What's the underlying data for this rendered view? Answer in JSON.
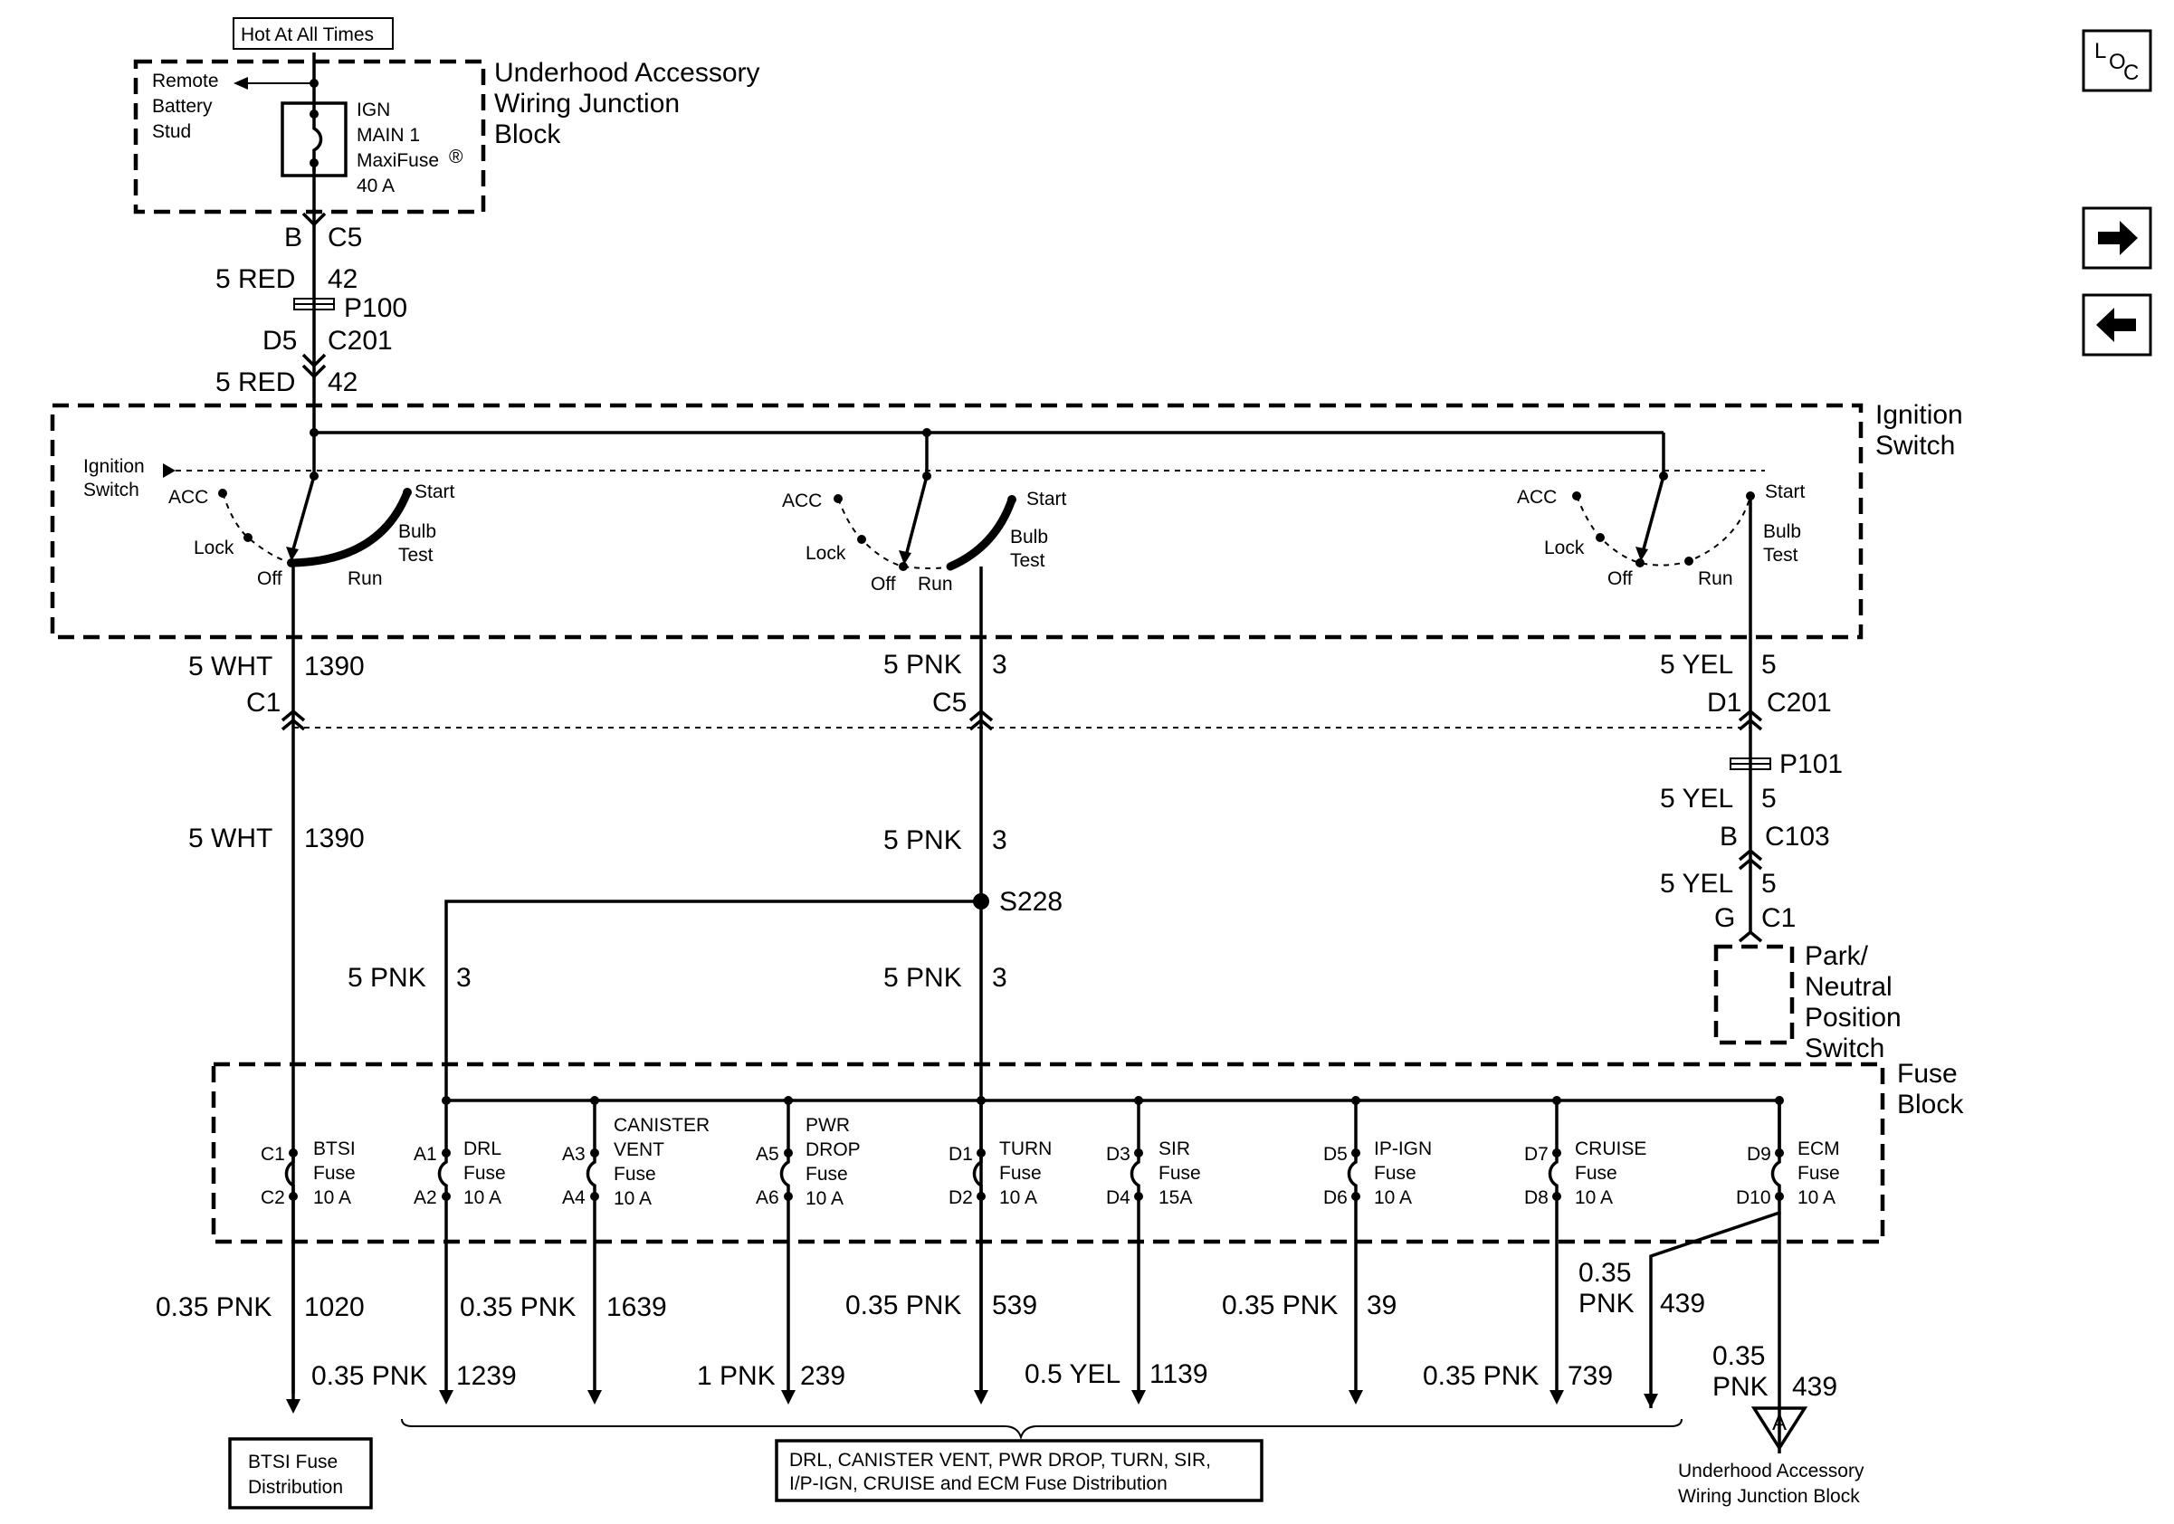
{
  "top": {
    "hot_label": "Hot At All Times",
    "underhood_title": [
      "Underhood Accessory",
      "Wiring Junction",
      "Block"
    ],
    "remote_stud": [
      "Remote",
      "Battery",
      "Stud"
    ],
    "maxifuse": [
      "IGN",
      "MAIN 1",
      "MaxiFuse",
      "40 A"
    ],
    "registered": "®"
  },
  "feed": {
    "conn_b": "B",
    "conn_c5": "C5",
    "wire1_color": "5 RED",
    "wire1_circuit": "42",
    "splice_p100": "P100",
    "conn_d5": "D5",
    "conn_c201": "C201",
    "wire2_color": "5 RED",
    "wire2_circuit": "42"
  },
  "ignition": {
    "title": [
      "Ignition",
      "Switch"
    ],
    "inner_label": [
      "Ignition",
      "Switch"
    ],
    "positions": {
      "acc": "ACC",
      "lock": "Lock",
      "off": "Off",
      "run": "Run",
      "start": "Start",
      "bulb": "Bulb",
      "test": "Test"
    }
  },
  "left_branch": {
    "wire_top_color": "5 WHT",
    "wire_top_circuit": "1390",
    "conn": "C1",
    "wire_bottom_color": "5 WHT",
    "wire_bottom_circuit": "1390"
  },
  "mid_branch": {
    "wire_top_color": "5 PNK",
    "wire_top_circuit": "3",
    "conn": "C5",
    "wire_mid_color": "5 PNK",
    "wire_mid_circuit": "3",
    "splice": "S228",
    "wire_left_color": "5 PNK",
    "wire_left_circuit": "3",
    "wire_right_color": "5 PNK",
    "wire_right_circuit": "3"
  },
  "right_branch": {
    "wire1_color": "5 YEL",
    "wire1_circuit": "5",
    "conn_d1": "D1",
    "conn_c201": "C201",
    "splice": "P101",
    "wire2_color": "5 YEL",
    "wire2_circuit": "5",
    "conn_b": "B",
    "conn_c103": "C103",
    "wire3_color": "5 YEL",
    "wire3_circuit": "5",
    "conn_g": "G",
    "conn_c1": "C1",
    "pnp_label": [
      "Park/",
      "Neutral",
      "Position",
      "Switch"
    ]
  },
  "fuse_block": {
    "title": [
      "Fuse",
      "Block"
    ],
    "fuses": [
      {
        "pin_in": "C1",
        "pin_out": "C2",
        "name": [
          "BTSI",
          "Fuse",
          "10 A"
        ]
      },
      {
        "pin_in": "A1",
        "pin_out": "A2",
        "name": [
          "DRL",
          "Fuse",
          "10 A"
        ]
      },
      {
        "pin_in": "A3",
        "pin_out": "A4",
        "name": [
          "CANISTER",
          "VENT",
          "Fuse",
          "10 A"
        ]
      },
      {
        "pin_in": "A5",
        "pin_out": "A6",
        "name": [
          "PWR",
          "DROP",
          "Fuse",
          "10 A"
        ]
      },
      {
        "pin_in": "D1",
        "pin_out": "D2",
        "name": [
          "TURN",
          "Fuse",
          "10 A"
        ]
      },
      {
        "pin_in": "D3",
        "pin_out": "D4",
        "name": [
          "SIR",
          "Fuse",
          "15A"
        ]
      },
      {
        "pin_in": "D5",
        "pin_out": "D6",
        "name": [
          "IP-IGN",
          "Fuse",
          "10 A"
        ]
      },
      {
        "pin_in": "D7",
        "pin_out": "D8",
        "name": [
          "CRUISE",
          "Fuse",
          "10 A"
        ]
      },
      {
        "pin_in": "D9",
        "pin_out": "D10",
        "name": [
          "ECM",
          "Fuse",
          "10 A"
        ]
      }
    ]
  },
  "outputs": [
    {
      "color": "0.35 PNK",
      "circuit": "1020"
    },
    {
      "color": "0.35 PNK",
      "circuit": "1239"
    },
    {
      "color": "0.35 PNK",
      "circuit": "1639"
    },
    {
      "color": "1 PNK",
      "circuit": "239"
    },
    {
      "color": "0.35 PNK",
      "circuit": "539"
    },
    {
      "color": "0.5 YEL",
      "circuit": "1139"
    },
    {
      "color": "0.35 PNK",
      "circuit": "39"
    },
    {
      "color": "0.35 PNK",
      "circuit": "739"
    },
    {
      "color": [
        "0.35",
        "PNK"
      ],
      "circuit": "439"
    },
    {
      "color": [
        "0.35",
        "PNK"
      ],
      "circuit": "439"
    }
  ],
  "destinations": {
    "btsi": [
      "BTSI Fuse",
      "Distribution"
    ],
    "group": [
      "DRL, CANISTER VENT, PWR DROP, TURN, SIR,",
      "I/P-IGN, CRUISE and ECM Fuse Distribution"
    ],
    "connector_a": "A",
    "underhood": [
      "Underhood Accessory",
      "Wiring Junction Block"
    ]
  },
  "nav": {
    "loc_l": "L",
    "loc_o": "O",
    "loc_c": "C"
  }
}
